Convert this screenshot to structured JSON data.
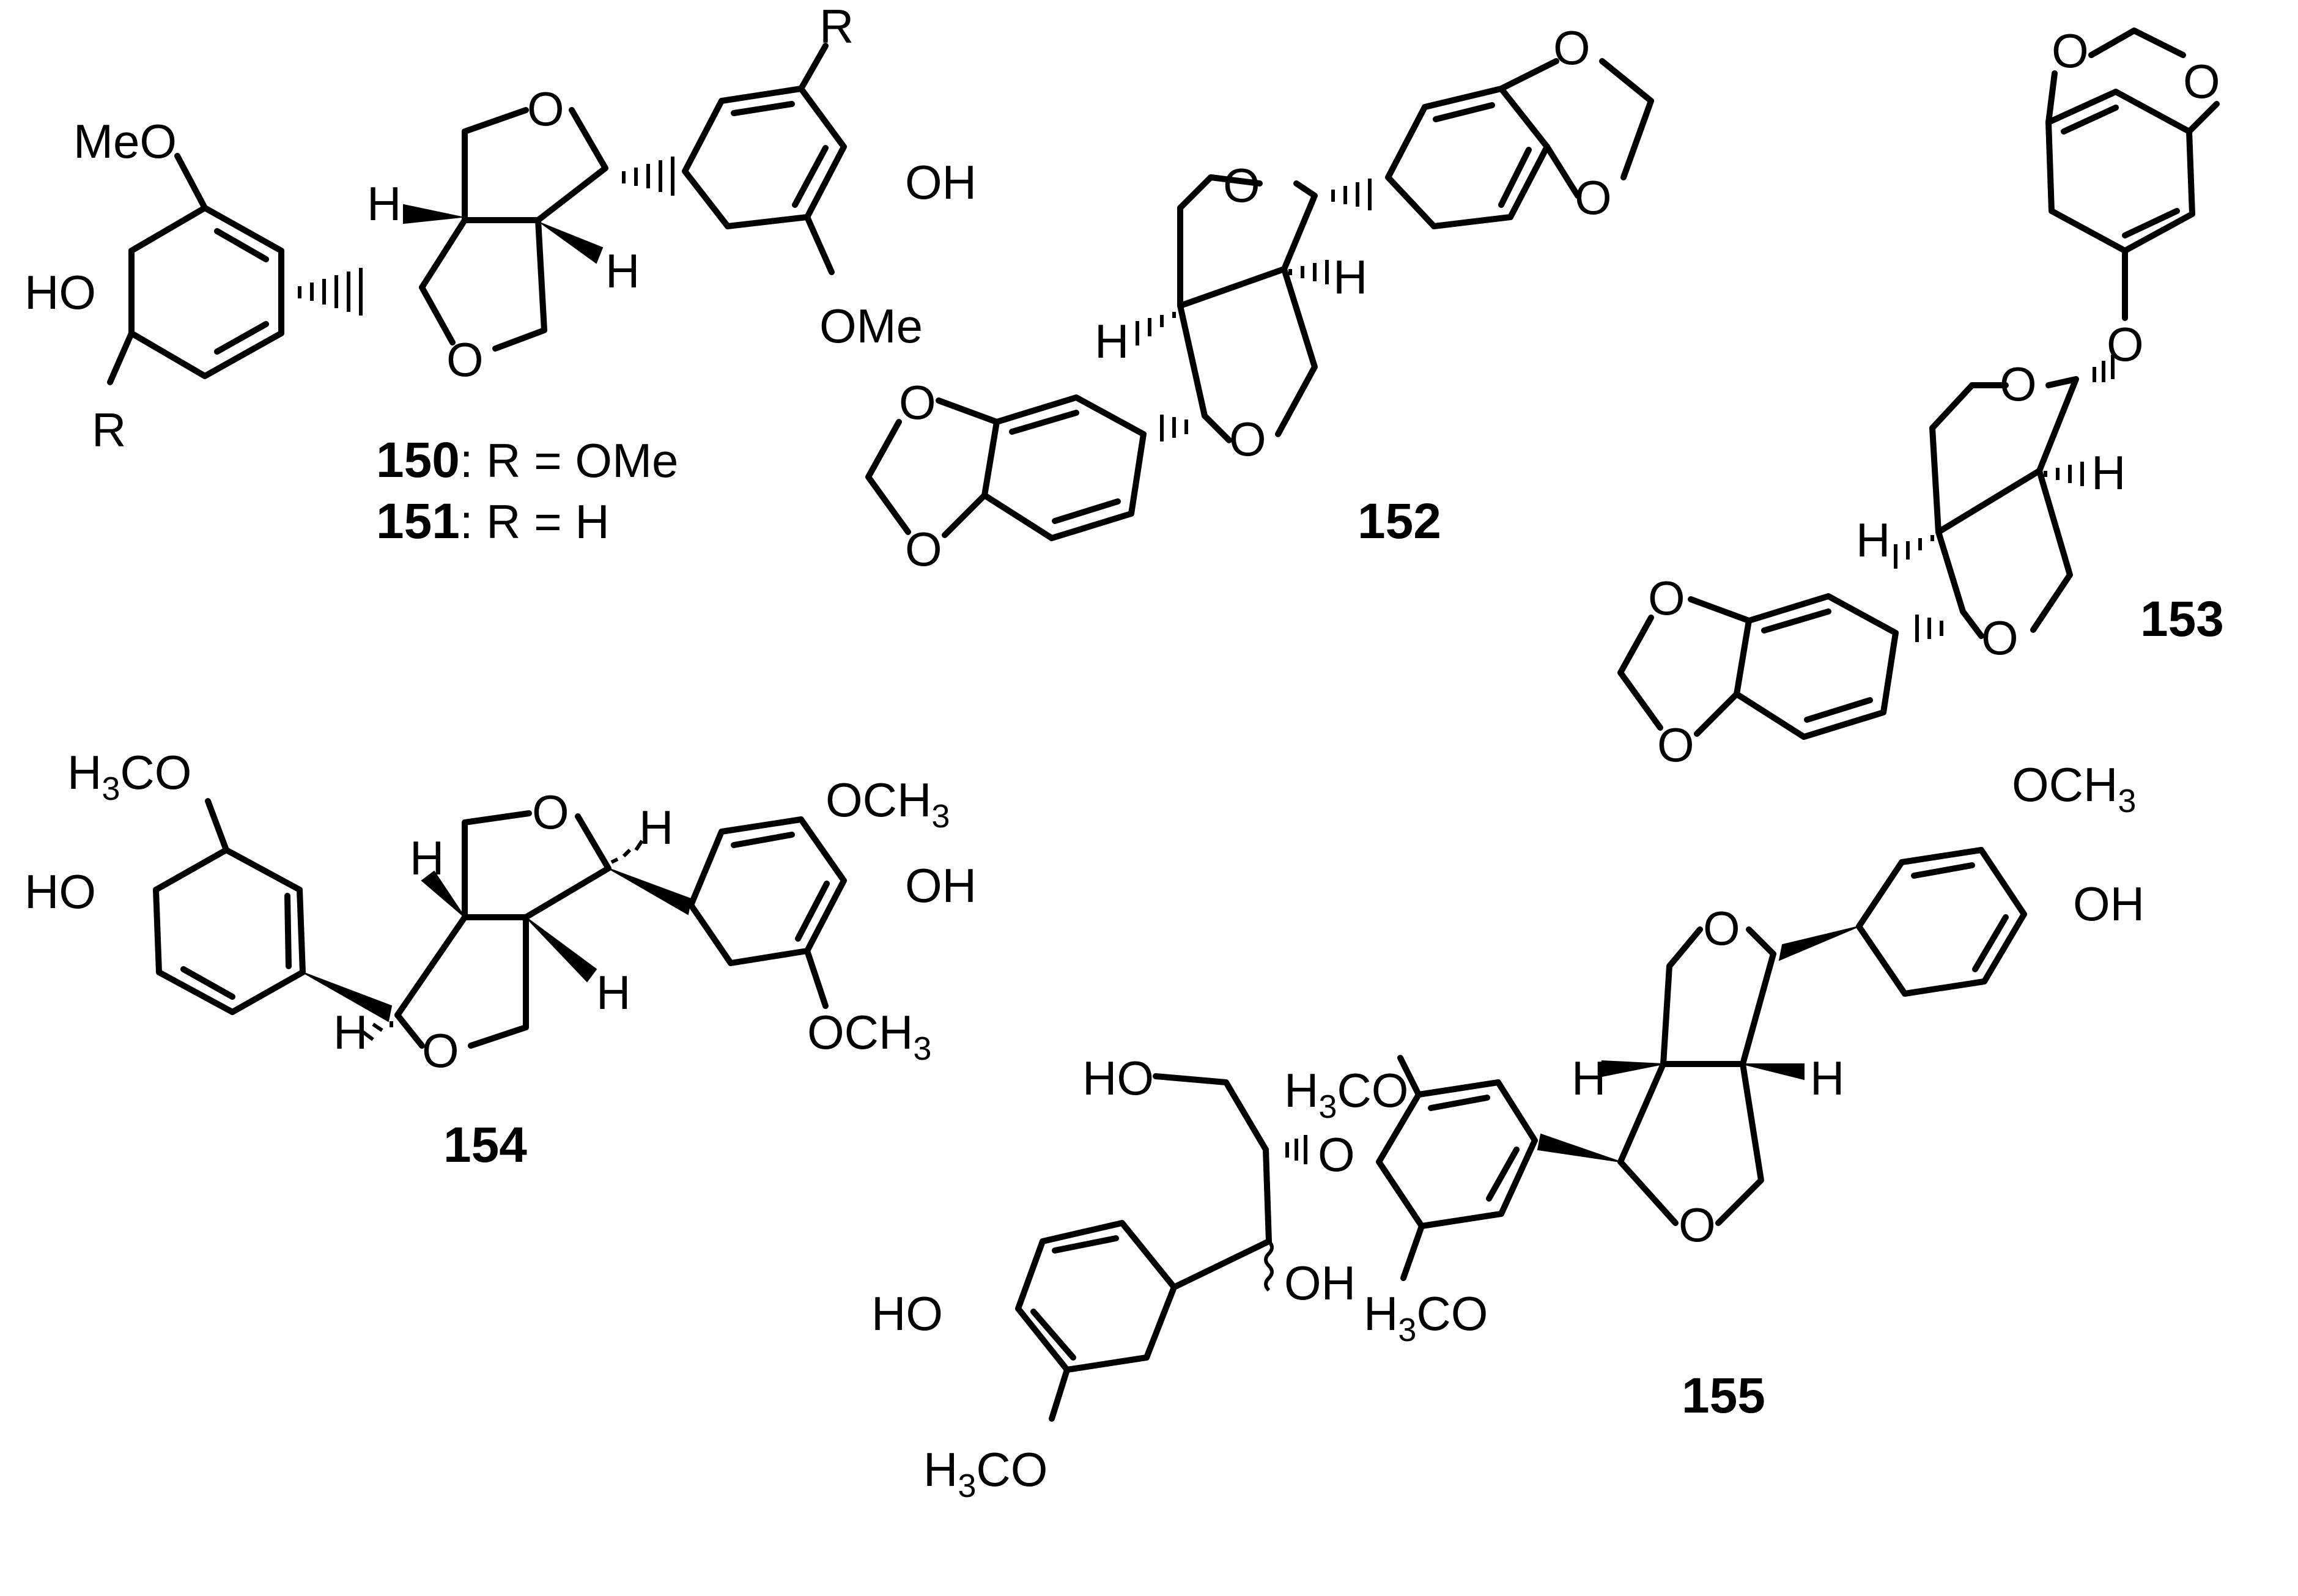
{
  "labels": {
    "meo": "MeO",
    "ome": "OMe",
    "ho": "HO",
    "oh": "OH",
    "o": "O",
    "h": "H",
    "r": "R",
    "och3": "OCH",
    "h3co_h": "H",
    "h3co_co": "CO",
    "sub3": "3"
  },
  "compounds": {
    "c150": "150",
    "c150_def": ": R = OMe",
    "c151": "151",
    "c151_def": ": R =  H",
    "c152": "152",
    "c153": "153",
    "c154": "154",
    "c155": "155"
  }
}
